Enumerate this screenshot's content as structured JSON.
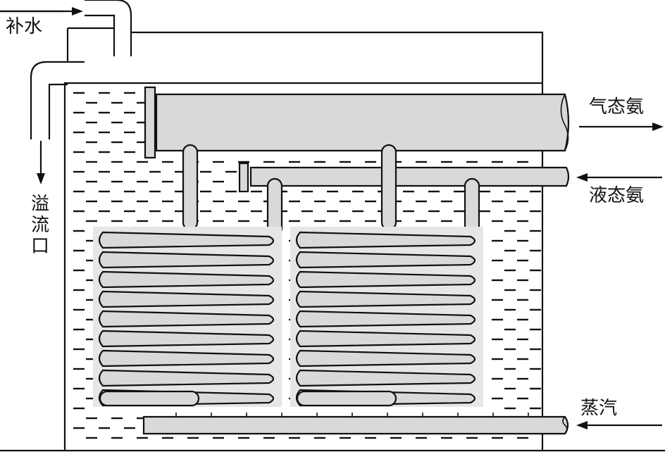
{
  "labels": {
    "makeup_water": "补水",
    "overflow_line1": "溢",
    "overflow_line2": "流",
    "overflow_line3": "口",
    "gaseous_ammonia": "气态氨",
    "liquid_ammonia": "液态氨",
    "steam": "蒸汽"
  }
}
